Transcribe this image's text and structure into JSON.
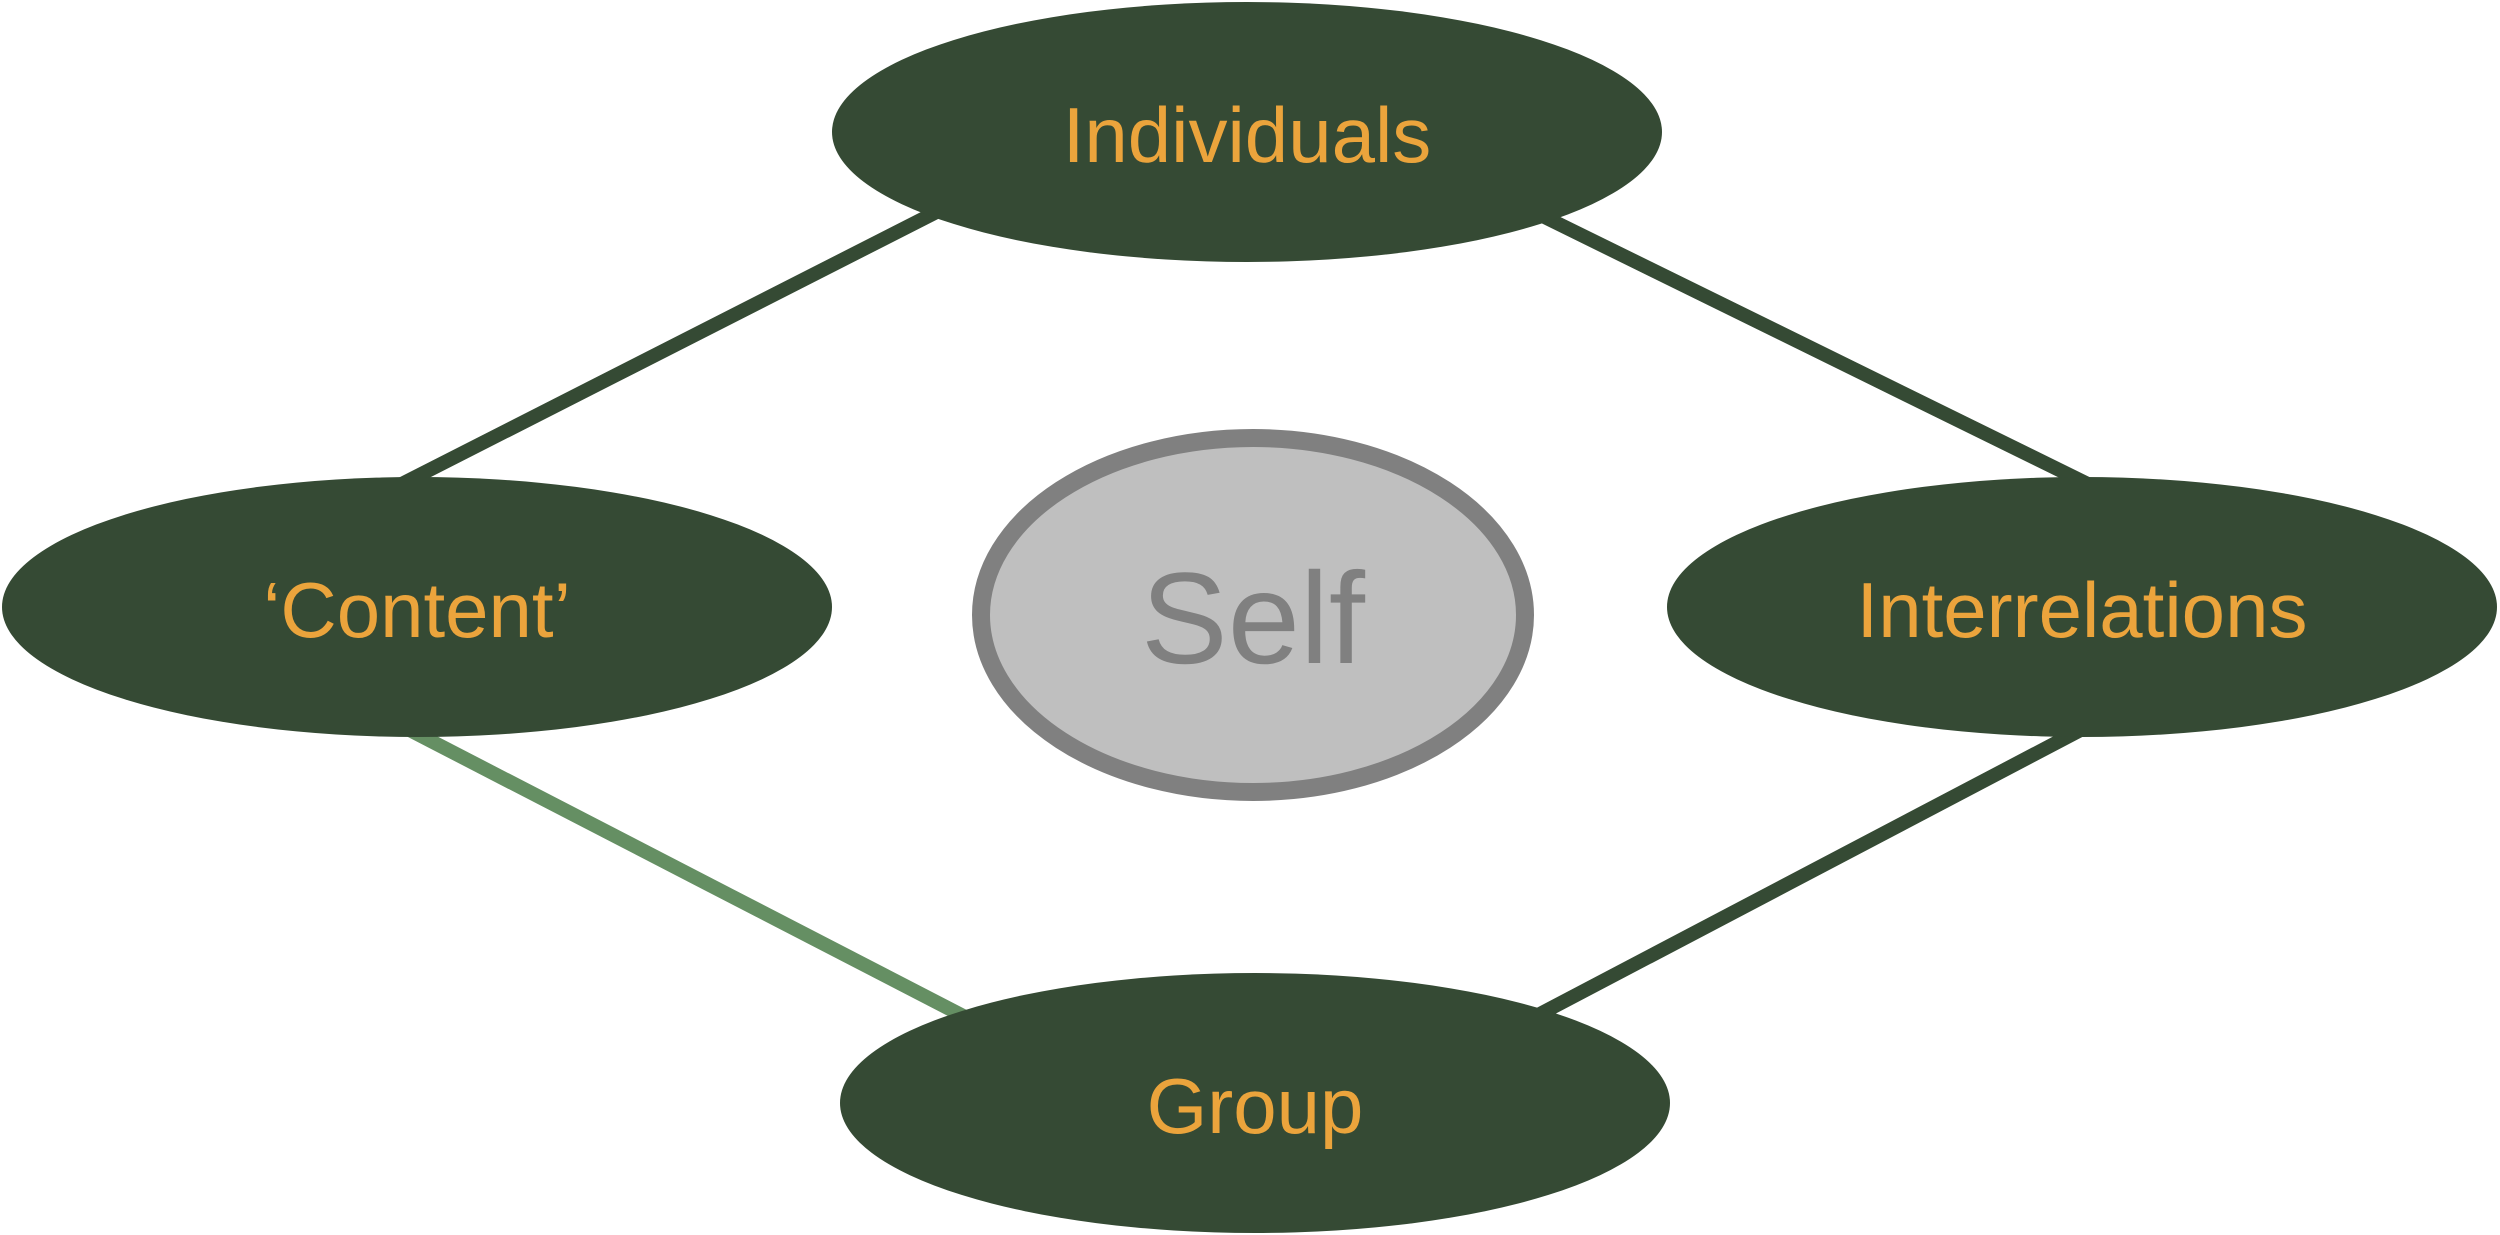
{
  "colors": {
    "node_fill": "#354a34",
    "node_text": "#eba43c",
    "edge_dark": "#354a34",
    "edge_light": "#658f63",
    "center_fill": "#bfbfbf",
    "center_stroke": "#808080",
    "center_text": "#808080",
    "background": "#ffffff"
  },
  "nodes": {
    "top": {
      "label": "Individuals"
    },
    "left": {
      "label": "‘Content’"
    },
    "right": {
      "label": "Interrelations"
    },
    "bottom": {
      "label": "Group"
    }
  },
  "center": {
    "label": "Self"
  }
}
